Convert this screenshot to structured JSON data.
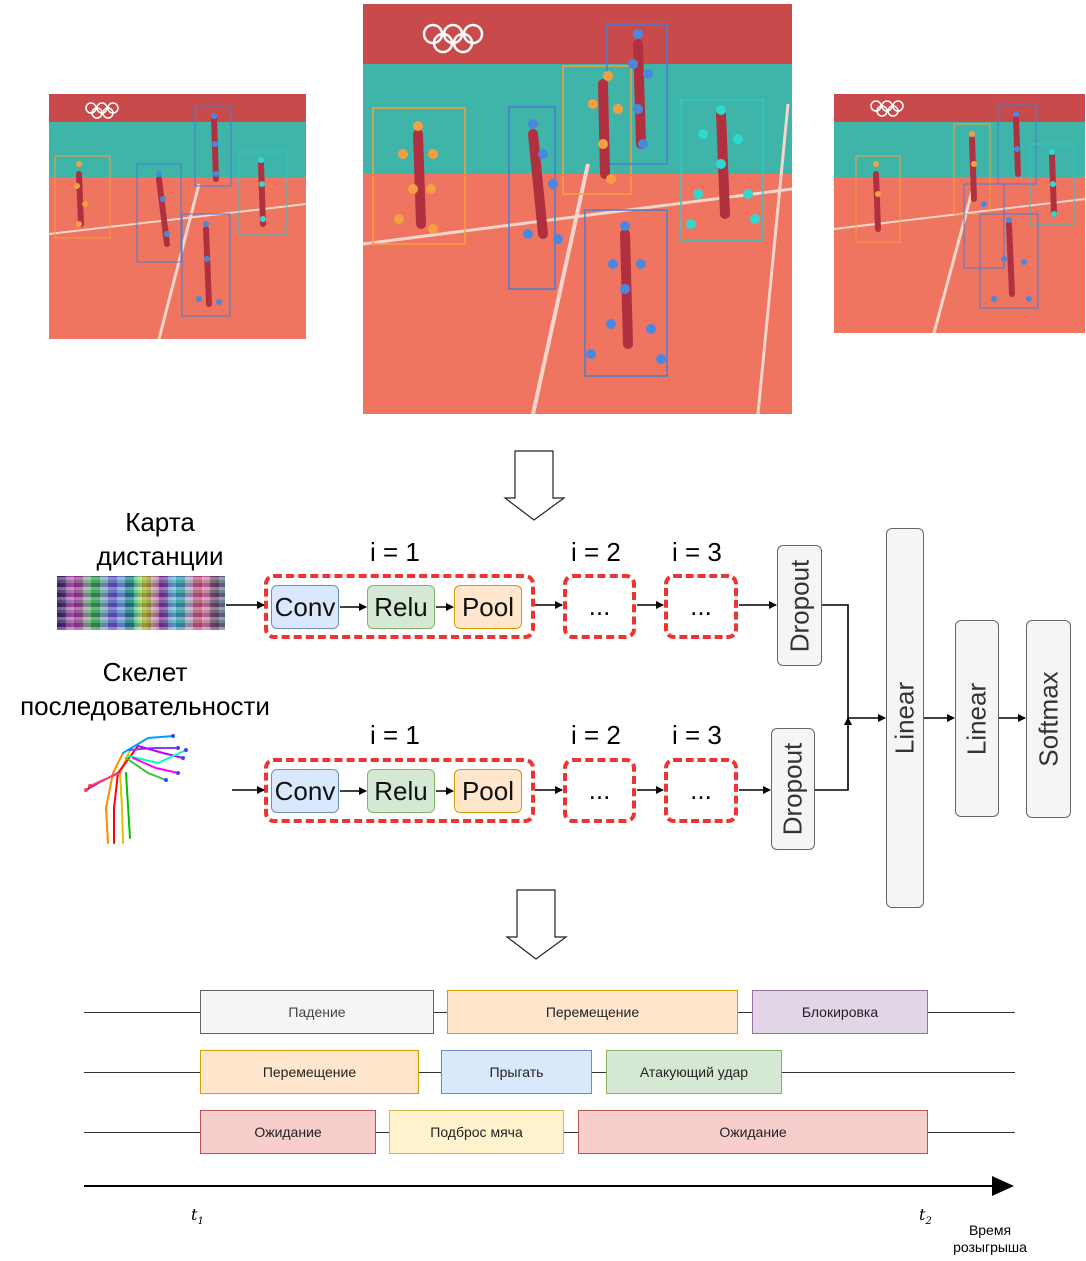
{
  "network": {
    "input_top": "Карта\nдистанции",
    "input_bottom": "Скелет\nпоследовательности",
    "branches": [
      {
        "stage_labels": [
          "i = 1",
          "i = 2",
          "i = 3"
        ],
        "blocks": [
          "Conv",
          "Relu",
          "Pool"
        ],
        "ellipsis": [
          "...",
          "..."
        ],
        "dropout": "Dropout"
      },
      {
        "stage_labels": [
          "i = 1",
          "i = 2",
          "i = 3"
        ],
        "blocks": [
          "Conv",
          "Relu",
          "Pool"
        ],
        "ellipsis": [
          "...",
          "..."
        ],
        "dropout": "Dropout"
      }
    ],
    "head": [
      "Linear",
      "Linear",
      "Softmax"
    ]
  },
  "timeline": {
    "rows": [
      [
        {
          "label": "Падение",
          "color": "#f5f5f5",
          "border": "#666666"
        },
        {
          "label": "Перемещение",
          "color": "#ffe6cc",
          "border": "#d79b00"
        },
        {
          "label": "Блокировка",
          "color": "#e1d5e7",
          "border": "#9673a6"
        }
      ],
      [
        {
          "label": "Перемещение",
          "color": "#ffe6cc",
          "border": "#d79b00"
        },
        {
          "label": "Прыгать",
          "color": "#dae8fc",
          "border": "#6c8ebf"
        },
        {
          "label": "Атакующий удар",
          "color": "#d5e8d4",
          "border": "#82b366"
        }
      ],
      [
        {
          "label": "Ожидание",
          "color": "#f8cecc",
          "border": "#b85450"
        },
        {
          "label": "Подброс мяча",
          "color": "#fff2cc",
          "border": "#d6b656"
        },
        {
          "label": "Ожидание",
          "color": "#f8cecc",
          "border": "#b85450"
        }
      ]
    ],
    "t_start": "t",
    "t_start_sub": "1",
    "t_end": "t",
    "t_end_sub": "2",
    "axis_label": "Время\nрозыгрыша"
  }
}
